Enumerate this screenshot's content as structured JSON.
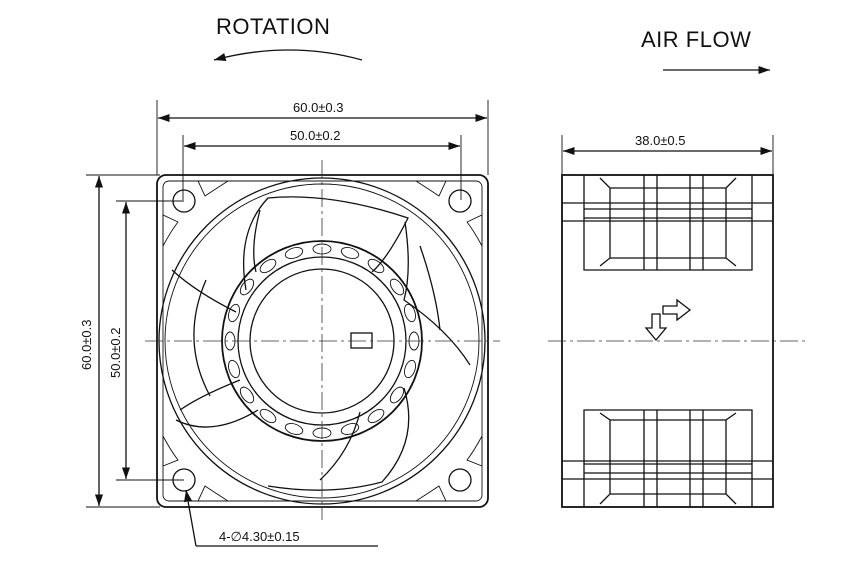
{
  "labels": {
    "rotation": "ROTATION",
    "air_flow": "AIR FLOW"
  },
  "dimensions": {
    "outer_width": "60.0±0.3",
    "hole_spacing_width": "50.0±0.2",
    "outer_height": "60.0±0.3",
    "hole_spacing_height": "50.0±0.2",
    "depth": "38.0±0.5",
    "mounting_holes": "4-∅4.30±0.15"
  }
}
